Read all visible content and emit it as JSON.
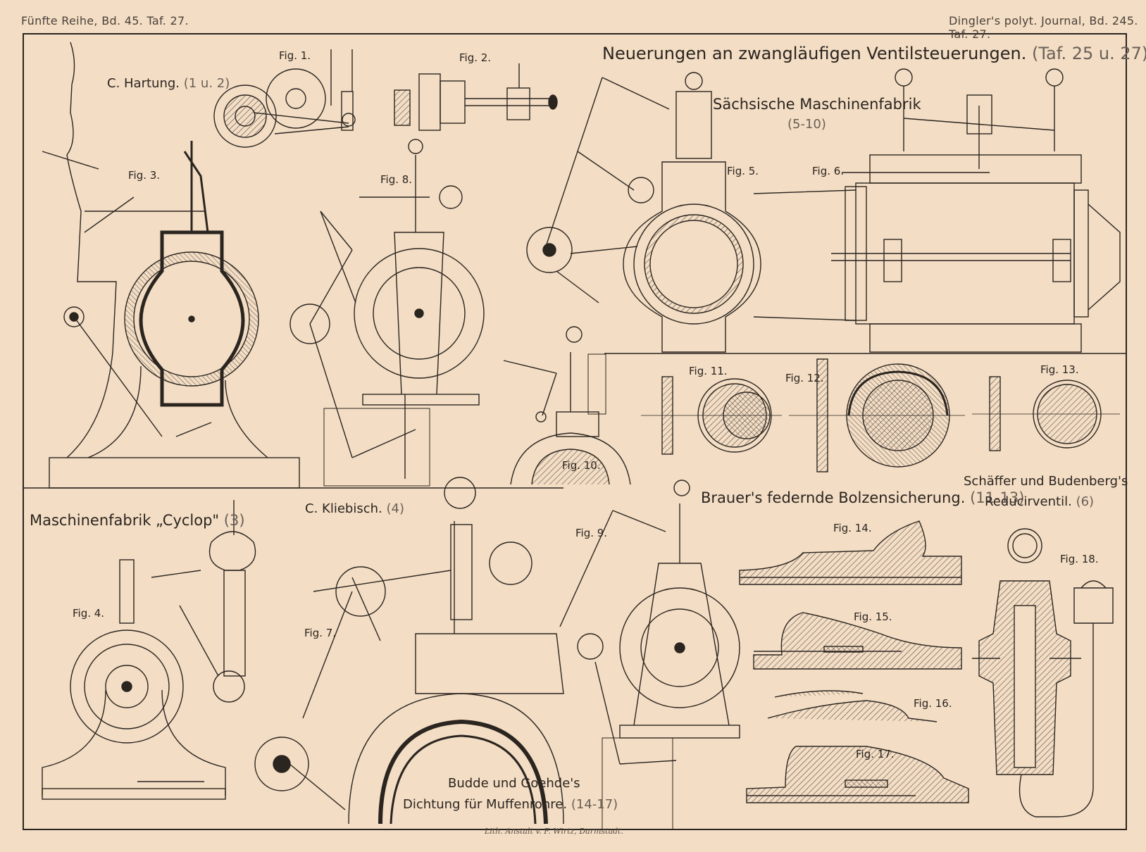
{
  "header": {
    "left": "Fünfte Reihe, Bd. 45. Taf. 27.",
    "right": "Dingler's polyt. Journal, Bd. 245. Taf. 27."
  },
  "title": {
    "text": "Neuerungen an zwangläufigen Ventilsteuerungen.",
    "ref": "(Taf. 25 u. 27)"
  },
  "captions": {
    "hartung": {
      "text": "C. Hartung.",
      "ref": "(1 u. 2)"
    },
    "saechsische": {
      "text": "Sächsische Maschinenfabrik",
      "ref": "(5-10)"
    },
    "cyclop": {
      "text": "Maschinenfabrik „Cyclop\"",
      "ref": "(3)"
    },
    "kliebisch": {
      "text": "C. Kliebisch.",
      "ref": "(4)"
    },
    "brauer": {
      "text": "Brauer's federnde Bolzensicherung.",
      "ref": "(11-13)"
    },
    "schaeffer_line1": "Schäffer und Budenberg's",
    "schaeffer_line2": "Reducirventil.",
    "schaeffer_ref": "(6)",
    "budde_line1": "Budde und Goehde's",
    "budde_line2": "Dichtung für Muffenrohre.",
    "budde_ref": "(14-17)"
  },
  "figures": {
    "fig1": "Fig. 1.",
    "fig2": "Fig. 2.",
    "fig3": "Fig. 3.",
    "fig4": "Fig. 4.",
    "fig5": "Fig. 5.",
    "fig6": "Fig. 6.",
    "fig7": "Fig. 7.",
    "fig8": "Fig. 8.",
    "fig9": "Fig. 9.",
    "fig10": "Fig. 10.",
    "fig11": "Fig. 11.",
    "fig12": "Fig. 12.",
    "fig13": "Fig. 13.",
    "fig14": "Fig. 14.",
    "fig15": "Fig. 15.",
    "fig16": "Fig. 16.",
    "fig17": "Fig. 17.",
    "fig18": "Fig. 18."
  },
  "imprint": "Lith. Anstalt v. F. Wirtz, Darmstadt.",
  "colors": {
    "paper": "#f3ddc4",
    "ink": "#2b2520",
    "hatch": "#5a5048"
  }
}
